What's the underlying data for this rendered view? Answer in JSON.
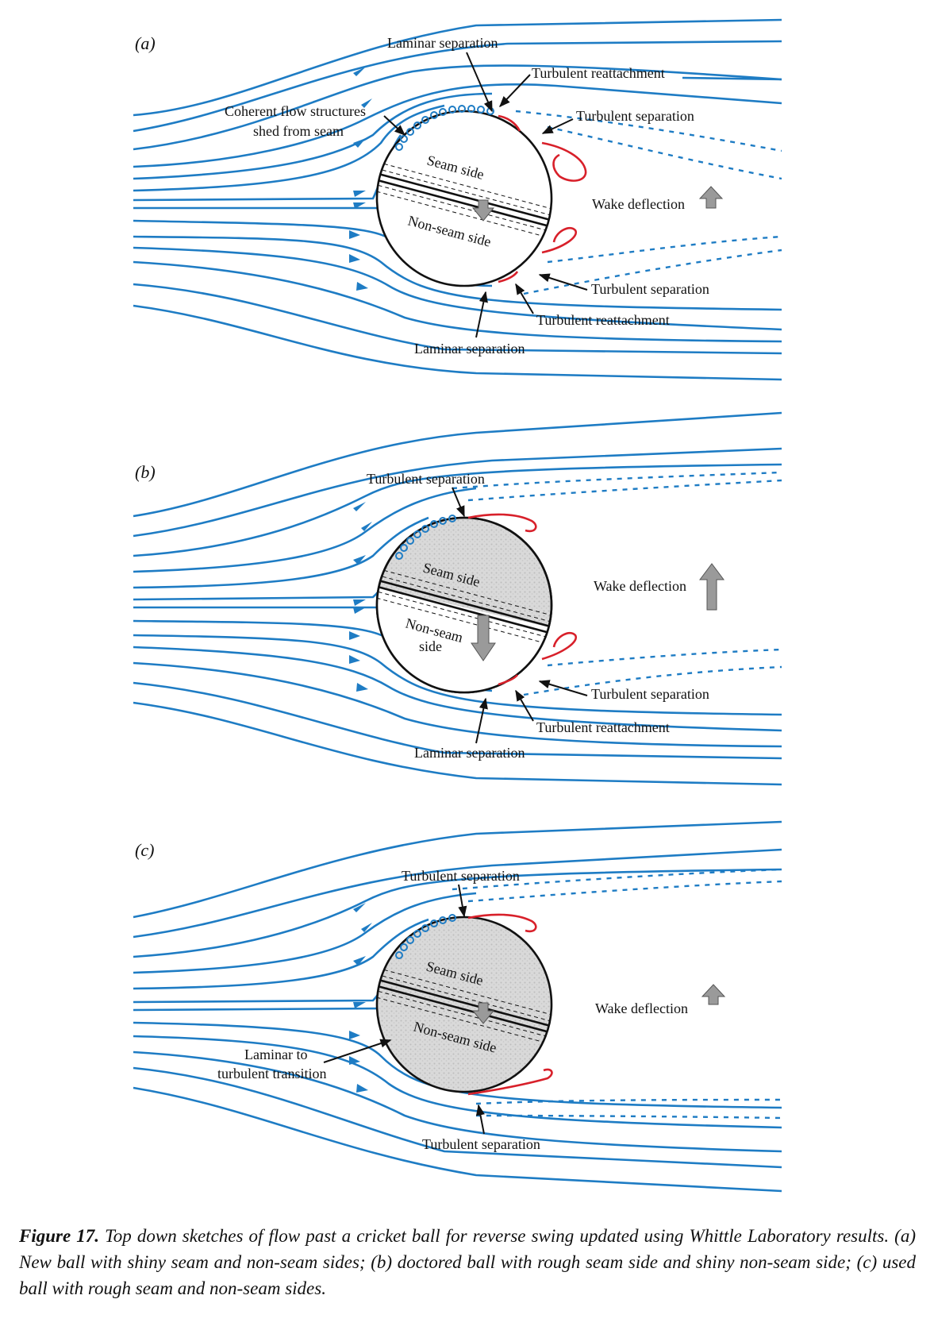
{
  "panels": [
    {
      "id": "a",
      "tag": "(a)",
      "texts": {
        "laminar_top": "Laminar separation",
        "reattach_top": "Turbulent reattachment",
        "coherent_1": "Coherent flow structures",
        "coherent_2": "shed from seam",
        "turb_sep_top": "Turbulent separation",
        "seam_side": "Seam side",
        "non_seam_side": "Non-seam side",
        "wake": "Wake deflection",
        "turb_sep_bottom": "Turbulent separation",
        "reattach_bottom": "Turbulent reattachment",
        "laminar_bottom": "Laminar separation"
      }
    },
    {
      "id": "b",
      "tag": "(b)",
      "texts": {
        "turb_sep_top": "Turbulent separation",
        "seam_side": "Seam side",
        "non_seam_1": "Non-seam",
        "non_seam_2": "side",
        "wake": "Wake deflection",
        "turb_sep_bottom": "Turbulent separation",
        "reattach_bottom": "Turbulent reattachment",
        "laminar_bottom": "Laminar separation"
      }
    },
    {
      "id": "c",
      "tag": "(c)",
      "texts": {
        "turb_sep_top": "Turbulent separation",
        "seam_side": "Seam side",
        "non_seam_side": "Non-seam side",
        "wake": "Wake deflection",
        "transition_1": "Laminar to",
        "transition_2": "turbulent transition",
        "turb_sep_bottom": "Turbulent separation"
      }
    }
  ],
  "colors": {
    "streamline": "#1e7cc4",
    "separation_bubble": "#d8202a",
    "rough_surface": "#d4d4d4",
    "arrow": "#9a9a9a"
  },
  "caption": {
    "label": "Figure 17.",
    "text": " Top down sketches of flow past a cricket ball for reverse swing updated using Whittle Laboratory results. (a) New ball with shiny seam and non-seam sides; (b) doctored ball with rough seam side and shiny non-seam side; (c) used ball with rough seam and non-seam sides."
  }
}
